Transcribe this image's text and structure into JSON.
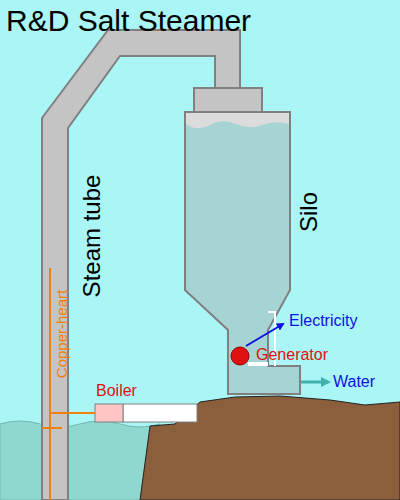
{
  "diagram": {
    "title": "R&D Salt Steamer",
    "labels": [
      "Steam tube",
      "Silo",
      "Copper-heart",
      "Electricity",
      "Generator",
      "Boiler",
      "Water"
    ]
  }
}
